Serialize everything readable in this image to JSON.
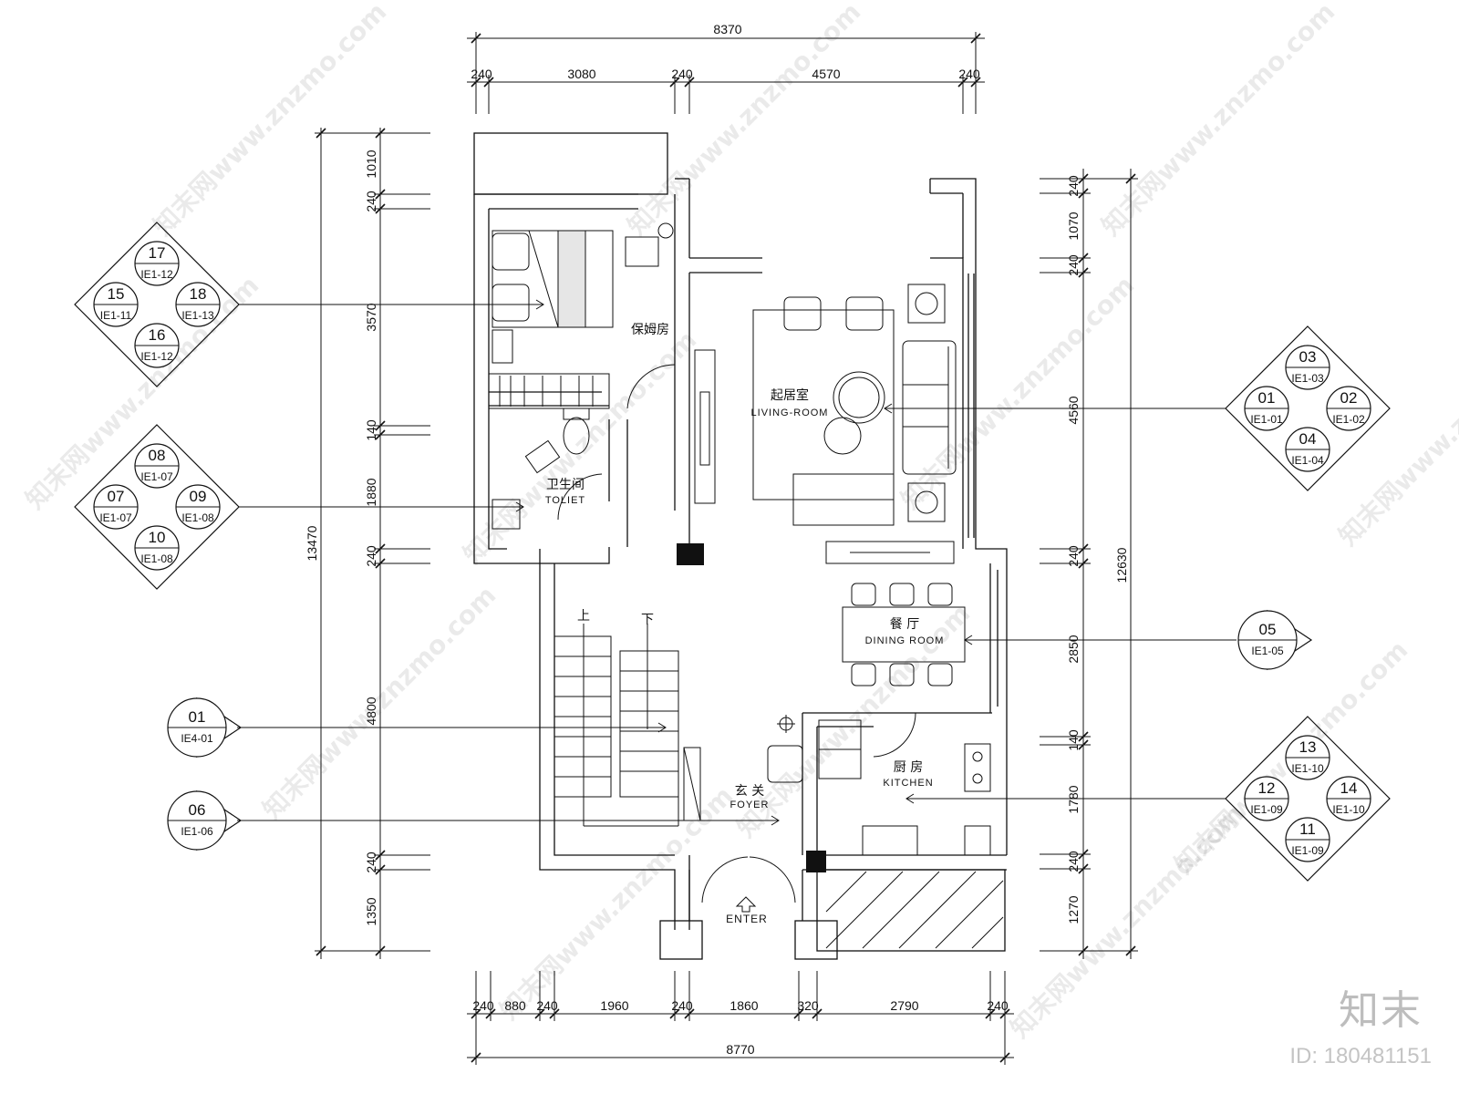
{
  "dims": {
    "top_total": "8370",
    "top_segments": [
      "240",
      "3080",
      "240",
      "4570",
      "240"
    ],
    "bottom_total": "8770",
    "bottom_segments": [
      "240",
      "880",
      "240",
      "1960",
      "240",
      "1860",
      "320",
      "2790",
      "240"
    ],
    "left_total": "13470",
    "left_segments": [
      "1010",
      "240",
      "3570",
      "140",
      "1880",
      "240",
      "4800",
      "240",
      "1350"
    ],
    "right_total": "12630",
    "right_segments": [
      "240",
      "1070",
      "240",
      "4560",
      "240",
      "2850",
      "140",
      "1780",
      "240",
      "1270"
    ]
  },
  "rooms": {
    "nanny_cn": "保姆房",
    "living_cn": "起居室",
    "living_en": "LIVING-ROOM",
    "toilet_cn": "卫生间",
    "toilet_en": "TOLIET",
    "dining_cn": "餐 厅",
    "dining_en": "DINING ROOM",
    "kitchen_cn": "厨 房",
    "kitchen_en": "KITCHEN",
    "foyer_cn": "玄 关",
    "foyer_en": "FOYER",
    "enter": "ENTER",
    "stair_up": "上",
    "stair_down": "下"
  },
  "tags": {
    "left_a": {
      "top": {
        "n": "17",
        "r": "IE1-12"
      },
      "left": {
        "n": "15",
        "r": "IE1-11"
      },
      "right": {
        "n": "18",
        "r": "IE1-13"
      },
      "bottom": {
        "n": "16",
        "r": "IE1-12"
      }
    },
    "left_b": {
      "top": {
        "n": "08",
        "r": "IE1-07"
      },
      "left": {
        "n": "07",
        "r": "IE1-07"
      },
      "right": {
        "n": "09",
        "r": "IE1-08"
      },
      "bottom": {
        "n": "10",
        "r": "IE1-08"
      }
    },
    "left_c": {
      "n": "01",
      "r": "IE4-01"
    },
    "left_d": {
      "n": "06",
      "r": "IE1-06"
    },
    "right_a": {
      "top": {
        "n": "03",
        "r": "IE1-03"
      },
      "left": {
        "n": "01",
        "r": "IE1-01"
      },
      "right": {
        "n": "02",
        "r": "IE1-02"
      },
      "bottom": {
        "n": "04",
        "r": "IE1-04"
      }
    },
    "right_b": {
      "n": "05",
      "r": "IE1-05"
    },
    "right_c": {
      "top": {
        "n": "13",
        "r": "IE1-10"
      },
      "left": {
        "n": "12",
        "r": "IE1-09"
      },
      "right": {
        "n": "14",
        "r": "IE1-10"
      },
      "bottom": {
        "n": "11",
        "r": "IE1-09"
      }
    }
  },
  "watermark": "知末网www.znzmo.com",
  "brand": "知末",
  "image_id": "ID: 180481151"
}
